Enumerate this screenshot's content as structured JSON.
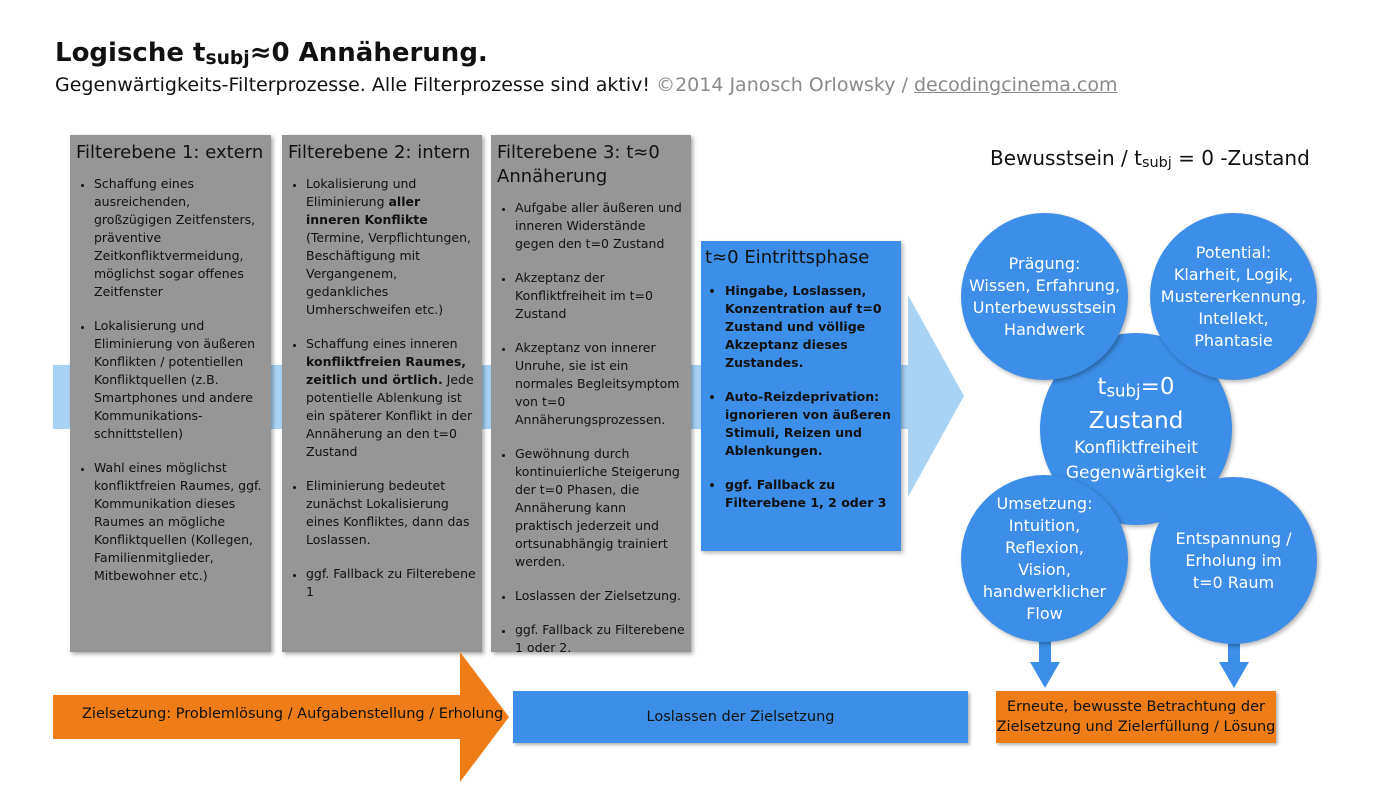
{
  "header": {
    "title_a": "Logische t",
    "title_sub": "subj",
    "title_b": "≈0 Annäherung.",
    "subtitle_main": "Gegenwärtigkeits-Filterprozesse. Alle Filterprozesse sind aktiv!",
    "subtitle_credit": "©2014 Janosch Orlowsky / ",
    "subtitle_link": "decodingcinema.com"
  },
  "panels": {
    "p1": {
      "title": "Filterebene 1: extern",
      "items": [
        "Schaffung eines ausreichenden, großzügigen Zeitfensters, präventive Zeitkonfliktvermeidung, möglichst sogar offenes Zeitfenster",
        "Lokalisierung und Eliminierung von äußeren Konflikten / potentiellen Konfliktquellen (z.B. Smartphones und andere Kommunikations-schnittstellen)",
        "Wahl eines möglichst konfliktfreien Raumes, ggf. Kommunikation dieses Raumes an mögliche Konfliktquellen (Kollegen, Familienmitglieder, Mitbewohner etc.)"
      ]
    },
    "p2": {
      "title": "Filterebene 2: intern",
      "i1_a": "Lokalisierung und Eliminierung ",
      "i1_b": "aller inneren Konflikte",
      "i1_c": " (Termine, Verpflichtungen, Beschäftigung mit Vergangenem, gedankliches Umherschweifen etc.)",
      "i2_a": "Schaffung eines inneren ",
      "i2_b": "konfliktfreien Raumes, zeitlich und örtlich.",
      "i2_c": " Jede potentielle Ablenkung ist ein späterer Konflikt in der Annäherung an den t=0 Zustand",
      "i3": "Eliminierung bedeutet zunächst Lokalisierung eines Konfliktes, dann das Loslassen.",
      "i4": "ggf. Fallback zu Filterebene 1"
    },
    "p3": {
      "title": "Filterebene 3: t≈0 Annäherung",
      "items": [
        "Aufgabe aller äußeren und inneren Widerstände gegen den t=0 Zustand",
        "Akzeptanz der Konfliktfreiheit im t=0 Zustand",
        "Akzeptanz von innerer Unruhe, sie ist ein normales Begleitsymptom von t=0 Annäherungsprozessen.",
        "Gewöhnung durch kontinuierliche Steigerung der t=0 Phasen, die Annäherung kann praktisch jederzeit und ortsunabhängig trainiert werden.",
        "Loslassen der Zielsetzung.",
        "ggf. Fallback zu Filterebene 1 oder 2."
      ]
    },
    "eintritt": {
      "title": "t≈0 Eintrittsphase",
      "items": [
        "Hingabe, Loslassen, Konzentration auf t=0 Zustand und völlige Akzeptanz dieses Zustandes.",
        "Auto-Reizdeprivation: ignorieren von äußeren Stimuli, Reizen und Ablenkungen.",
        "ggf. Fallback zu Filterebene 1, 2 oder 3"
      ]
    }
  },
  "bewusstsein": {
    "title_a": "Bewusstsein / t",
    "title_sub": "subj",
    "title_b": " = 0 -Zustand",
    "center_t": "t",
    "center_sub": "subj",
    "center_eq": "=0",
    "center_zustand": "Zustand",
    "center_l1": "Konfliktfreiheit",
    "center_l2": "Gegenwärtigkeit",
    "praegung": [
      "Prägung:",
      "Wissen, Erfahrung,",
      "Unterbewusstsein",
      "Handwerk"
    ],
    "potential": [
      "Potential:",
      "Klarheit, Logik,",
      "Mustererkennung,",
      "Intellekt,",
      "Phantasie"
    ],
    "umsetzung": [
      "Umsetzung:",
      "Intuition,",
      "Reflexion,",
      "Vision,",
      "handwerklicher",
      "Flow"
    ],
    "entspannung": [
      "Entspannung /",
      "Erholung im",
      "t=0 Raum"
    ]
  },
  "bottom": {
    "ziel": "Zielsetzung: Problemlösung / Aufgabenstellung / Erholung",
    "loslassen": "Loslassen der Zielsetzung",
    "erneute_1": "Erneute, bewusste Betrachtung der",
    "erneute_2": "Zielsetzung und Zielerfüllung / Lösung"
  },
  "colors": {
    "grey_panel": "#969696",
    "blue": "#3d8ee8",
    "light_blue": "#a9d3f5",
    "orange": "#ef7d17"
  }
}
